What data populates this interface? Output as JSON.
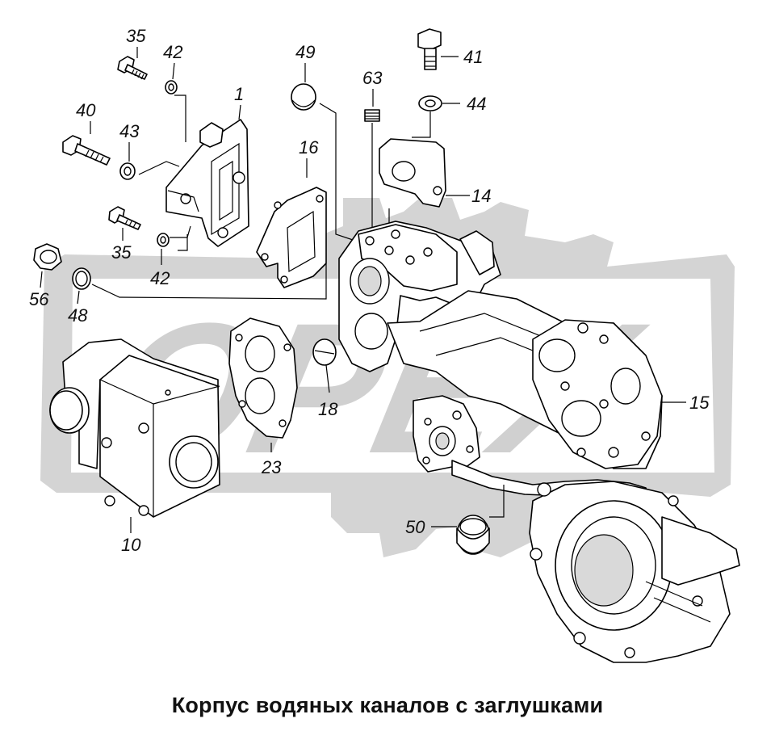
{
  "caption": "Корпус водяных каналов с заглушками",
  "watermark": "OPEX",
  "colors": {
    "watermark": "#d4d4d4",
    "line": "#000000",
    "background": "#ffffff"
  },
  "callouts": [
    "35",
    "42",
    "1",
    "49",
    "63",
    "41",
    "44",
    "40",
    "43",
    "16",
    "14",
    "35",
    "42",
    "56",
    "48",
    "15",
    "18",
    "23",
    "10",
    "50"
  ]
}
